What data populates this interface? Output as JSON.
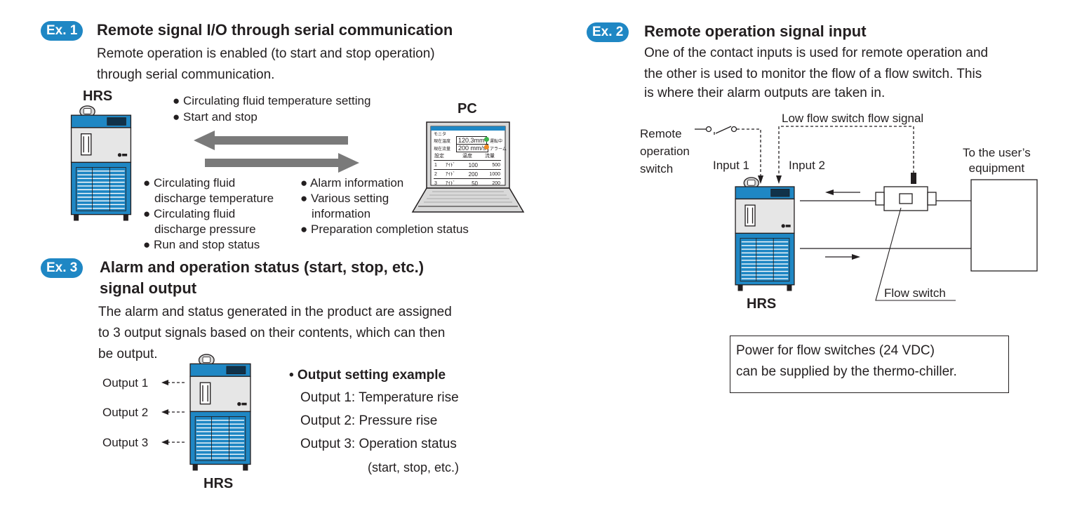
{
  "ex1": {
    "badge": "Ex. 1",
    "title": "Remote signal I/O through serial communication",
    "desc_lines": [
      "Remote operation is enabled (to start and stop operation)",
      "through serial communication."
    ],
    "hrs_label": "HRS",
    "pc_label": "PC",
    "to_hrs_items": [
      "Circulating fluid temperature setting",
      "Start and stop"
    ],
    "from_hrs_left_lines": [
      "● Circulating fluid",
      "discharge temperature",
      "● Circulating fluid",
      "discharge pressure",
      "● Run and stop status"
    ],
    "from_hrs_right_lines": [
      "● Alarm information",
      "● Various setting",
      "information",
      "● Preparation completion status"
    ],
    "screen": {
      "title": "モニタ",
      "row1_label": "現在温度",
      "row1_value": "120.3mm",
      "row1_status": "運転中",
      "row2_label": "現在流量",
      "row2_value": "200 mm/s",
      "row2_status": "アラーム",
      "table_header": [
        "設定",
        "",
        "温度",
        "流量"
      ],
      "table_rows": [
        [
          "1",
          "ｱｲﾄﾞ",
          "100",
          "500"
        ],
        [
          "2",
          "ｱｲﾄﾞ",
          "200",
          "1000"
        ],
        [
          "3",
          "ｱｲﾄﾞ",
          "50",
          "200"
        ]
      ]
    }
  },
  "ex2": {
    "badge": "Ex. 2",
    "title": "Remote operation signal input",
    "desc_lines": [
      "One of the contact inputs is used for remote operation and",
      "the other is used to monitor the flow of a flow switch. This",
      "is where their alarm outputs are taken in."
    ],
    "remote_switch_lines": [
      "Remote",
      "operation",
      "switch"
    ],
    "input1": "Input 1",
    "input2": "Input 2",
    "low_flow_signal": "Low flow switch flow signal",
    "user_equipment_lines": [
      "To the user’s",
      "equipment"
    ],
    "flow_switch": "Flow switch",
    "hrs_label": "HRS",
    "note_lines": [
      "Power for flow switches (24 VDC)",
      "can be supplied by the thermo-chiller."
    ]
  },
  "ex3": {
    "badge": "Ex. 3",
    "title_lines": [
      "Alarm and operation status (start, stop, etc.)",
      "signal output"
    ],
    "desc_lines": [
      "The alarm and status generated in the product are assigned",
      "to 3 output signals based on their contents, which can then",
      "be output."
    ],
    "outputs": [
      "Output 1",
      "Output 2",
      "Output 3"
    ],
    "hrs_label": "HRS",
    "example_title": "• Output setting example",
    "example_lines": [
      "Output 1: Temperature rise",
      "Output 2: Pressure rise",
      "Output 3: Operation status",
      "(start, stop, etc.)"
    ]
  },
  "colors": {
    "badge": "#1f87c4",
    "chiller_blue": "#1f87c4",
    "arrow_gray": "#7a7a7a",
    "indicator_green": "#3cb44a",
    "indicator_orange": "#f08a24"
  }
}
